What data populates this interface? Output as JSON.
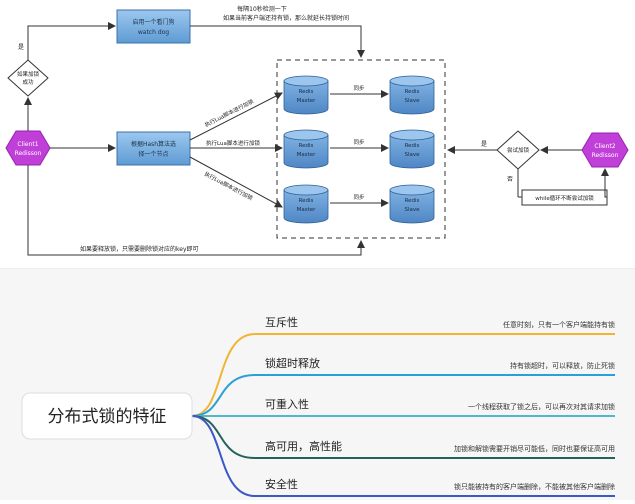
{
  "top": {
    "client1": {
      "line1": "Client1",
      "line2": "Redisson"
    },
    "client2": {
      "line1": "Client2",
      "line2": "Redisson"
    },
    "hash_box": {
      "line1": "根据Hash算法选",
      "line2": "择一个节点"
    },
    "watchdog_box": {
      "line1": "启用一个看门狗",
      "line2": "watch dog"
    },
    "watchdog_note": {
      "line1": "每隔10秒检测一下",
      "line2": "如果当前客户端还持有锁，那么就延长持锁时间"
    },
    "decision_left": {
      "line1": "如果加锁",
      "line2": "成功"
    },
    "decision_right": "尝试加锁",
    "yes_left": "是",
    "yes_right": "是",
    "no_right": "否",
    "while_box": "while循环不断尝试加锁",
    "lua_label": "执行Lua脚本进行加锁",
    "release_note": "如果要释放锁，只需要删除锁对应的key即可",
    "sync_label": "同步",
    "master": {
      "line1": "Redis",
      "line2": "Master"
    },
    "slave": {
      "line1": "Redis",
      "line2": "Slave"
    }
  },
  "mindmap": {
    "center": "分布式锁的特征",
    "branches": [
      {
        "title": "互斥性",
        "desc": "任意时刻，只有一个客户端能持有锁",
        "color": "#f2b533"
      },
      {
        "title": "锁超时释放",
        "desc": "持有锁超时，可以释放，防止死锁",
        "color": "#2aa0d8"
      },
      {
        "title": "可重入性",
        "desc": "一个线程获取了锁之后，可以再次对其请求加锁",
        "color": "#52b8c9"
      },
      {
        "title": "高可用，高性能",
        "desc": "加锁和解锁需要开销尽可能低，同时也要保证高可用",
        "color": "#26625c"
      },
      {
        "title": "安全性",
        "desc": "锁只能被持有的客户端删除，不能被其他客户端删除",
        "color": "#3b57c8"
      }
    ]
  },
  "colors": {
    "accent_purple": "#c03fd8",
    "box_blue": "#7ab3e2",
    "master_blue": "#6a9fd6"
  }
}
